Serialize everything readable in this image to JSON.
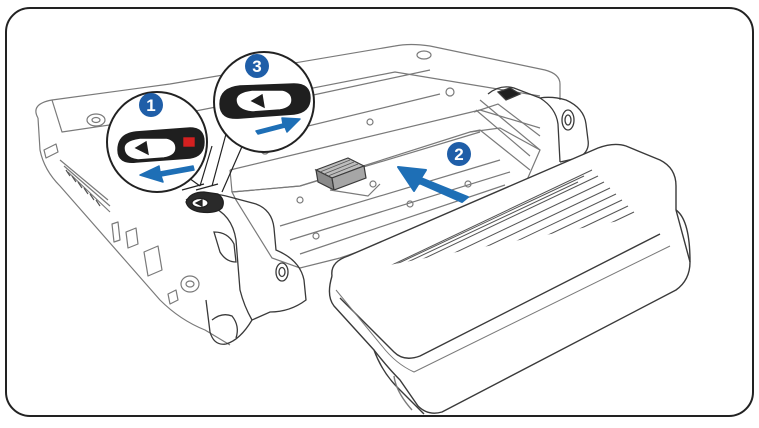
{
  "diagram": {
    "steps": [
      {
        "number": "1",
        "action": "slide-left"
      },
      {
        "number": "2",
        "action": "insert-battery"
      },
      {
        "number": "3",
        "action": "slide-right"
      }
    ],
    "colors": {
      "frame_stroke": "#222222",
      "line_light": "#7a7a7a",
      "line_dark": "#3a3a3a",
      "arrow_blue": "#1e6fb6",
      "badge_blue": "#1f5ea8",
      "badge_text": "#ffffff",
      "latch_red": "#d42020",
      "background": "#ffffff"
    }
  }
}
